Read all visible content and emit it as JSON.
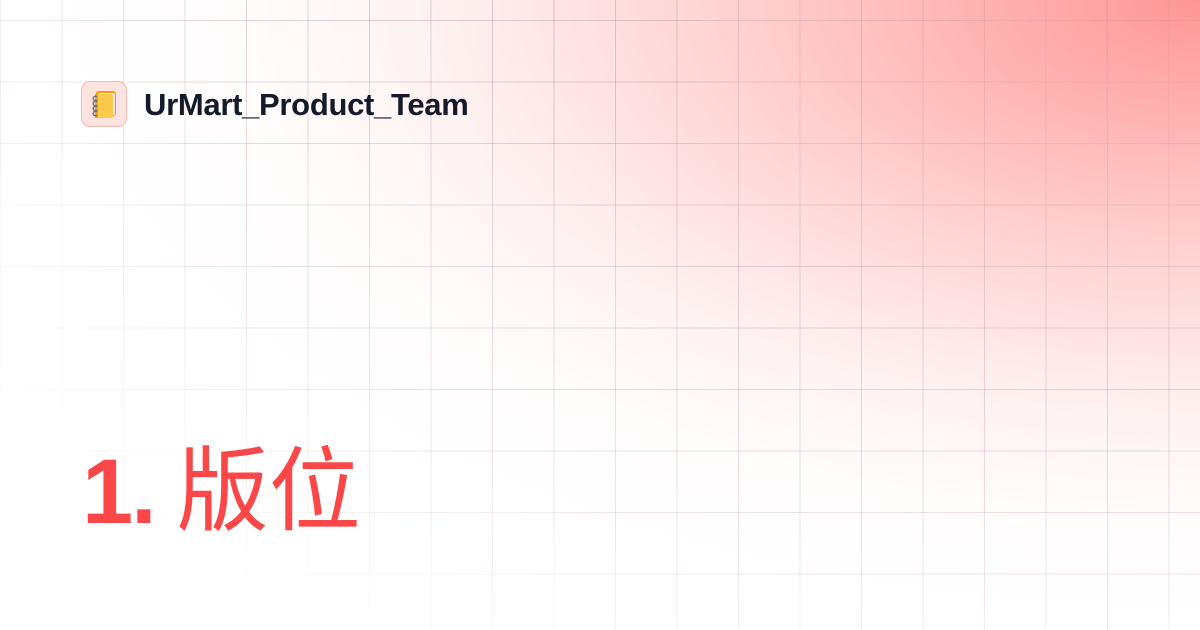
{
  "workspace": {
    "icon": "spiral-notebook-icon",
    "name": "UrMart_Product_Team"
  },
  "page": {
    "number": "1.",
    "title": "版位"
  },
  "colors": {
    "title": "#fb4747",
    "workspace_text": "#141a2a",
    "glow": "#ffa0a0",
    "icon_bg": "#fde3df",
    "icon_border": "#f6b9b1"
  }
}
